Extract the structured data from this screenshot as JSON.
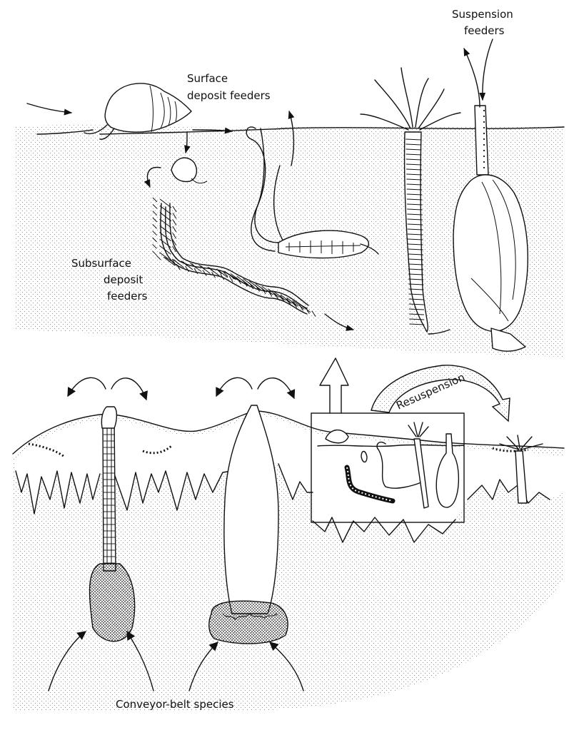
{
  "labels": {
    "suspension_feeders": [
      "Suspension",
      "feeders"
    ],
    "surface_deposit_feeders": [
      "Surface",
      "deposit feeders"
    ],
    "subsurface_deposit_feeders": [
      "Subsurface",
      "deposit",
      "feeders"
    ],
    "resuspension": "Resuspension",
    "conveyor_belt_species": "Conveyor-belt species"
  }
}
